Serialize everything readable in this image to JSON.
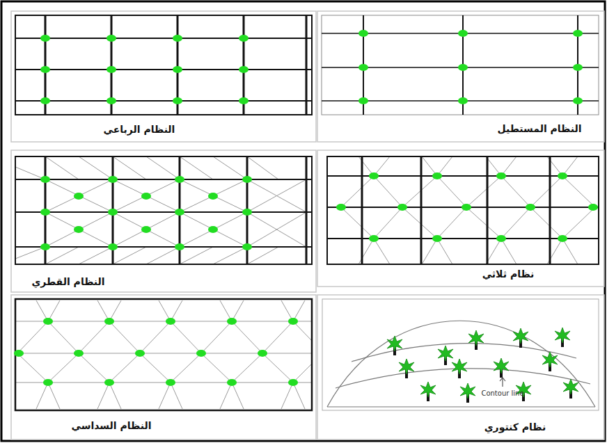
{
  "diagram": {
    "labels": [
      "النظام المستطيل",
      "النظام الرباعي",
      "نظام ثلاثي",
      "النظام القطري",
      "Contour line",
      "نظام كنتوري",
      "النظام السداسي"
    ]
  }
}
